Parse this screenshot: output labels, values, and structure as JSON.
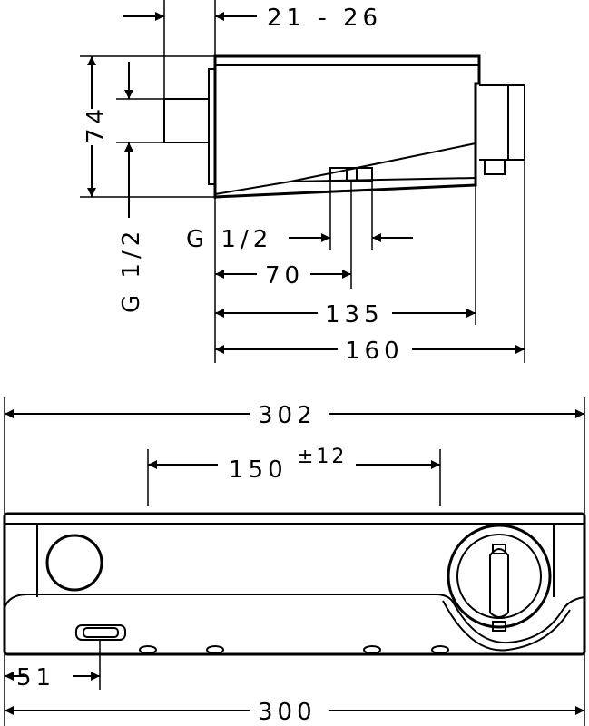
{
  "top_view": {
    "depth_range": "21  -  26",
    "height": "74",
    "thread_vertical": "G 1/2",
    "thread_horizontal": "G 1/2",
    "outlet_offset": "70",
    "body_depth": "135",
    "total_depth": "160"
  },
  "front_view": {
    "total_width": "302",
    "connection_distance": "150",
    "connection_tolerance": "±12",
    "outlet_offset": "51",
    "body_width": "300"
  }
}
